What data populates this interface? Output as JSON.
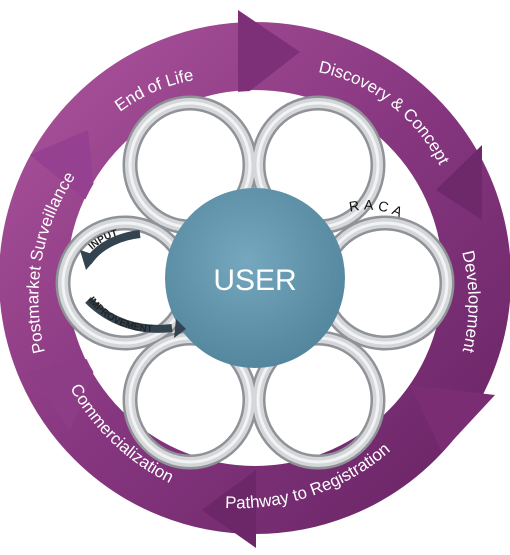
{
  "center": {
    "label": "USER"
  },
  "stages": [
    {
      "label": "End of Life"
    },
    {
      "label": "Discovery & Concept"
    },
    {
      "label": "Development"
    },
    {
      "label": "Pathway to Registration"
    },
    {
      "label": "Commercialization"
    },
    {
      "label": "Postmarket Surveillance"
    }
  ],
  "inner_labels": {
    "raca": "RACA",
    "input": "INPUT",
    "improvement": "IMPROVEMENT"
  },
  "colors": {
    "ring_light": "#b86aa8",
    "ring_dark": "#6b2767",
    "center": "#5f93ab",
    "chain": "#c9cbce"
  }
}
